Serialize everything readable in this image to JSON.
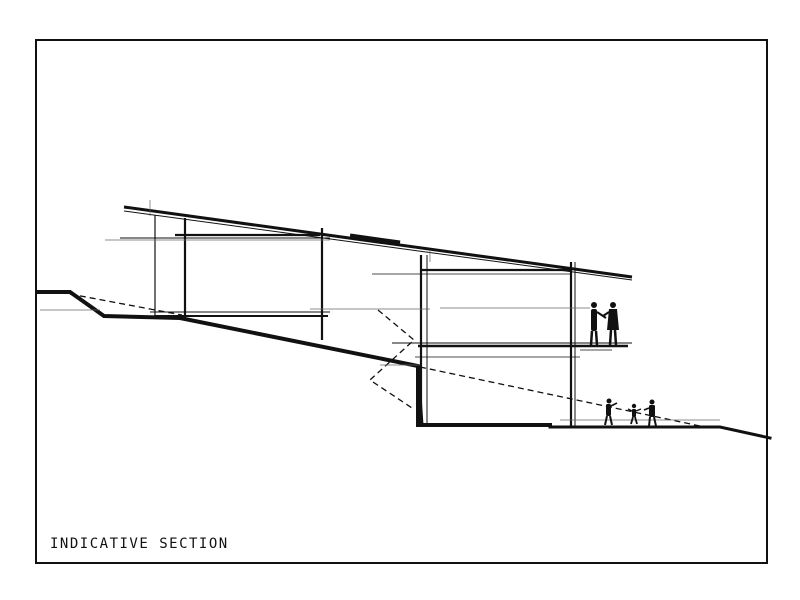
{
  "caption": "INDICATIVE SECTION",
  "colors": {
    "ink": "#111111",
    "light_ink": "#666666",
    "paper": "#ffffff"
  },
  "figures": {
    "upper_floor": [
      "adult-figure",
      "adult-figure"
    ],
    "lower_floor": [
      "adult-figure",
      "child-figure",
      "adult-figure"
    ]
  }
}
